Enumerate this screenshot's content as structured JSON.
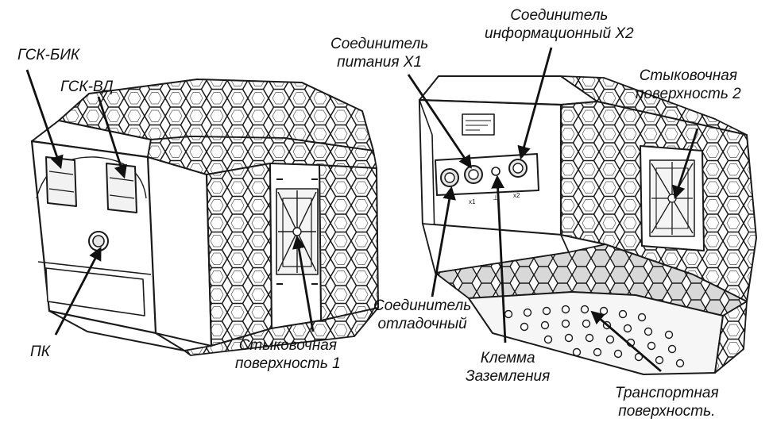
{
  "labels": {
    "gsk_bik": "ГСК-БИК",
    "gsk_vd": "ГСК-ВД",
    "pk": "ПК",
    "dock1": {
      "line1": "Стыковочная",
      "line2": "поверхность 1"
    },
    "power": {
      "line1": "Соединитель",
      "line2": "питания X1"
    },
    "info": {
      "line1": "Соединитель",
      "line2": "информационный X2"
    },
    "dock2": {
      "line1": "Стыковочная",
      "line2": "поверхность 2"
    },
    "debug": {
      "line1": "Соединитель",
      "line2": "отладочный"
    },
    "ground": {
      "line1": "Клемма",
      "line2": "Заземления"
    },
    "transport": {
      "line1": "Транспортная",
      "line2": "поверхность."
    }
  },
  "connector_marks": {
    "x1": "x1",
    "ground": "⊥",
    "x2": "x2"
  },
  "colors": {
    "stroke": "#1a1a1a",
    "fill": "#ffffff",
    "shade": "#eeeeee",
    "text": "#111111"
  }
}
